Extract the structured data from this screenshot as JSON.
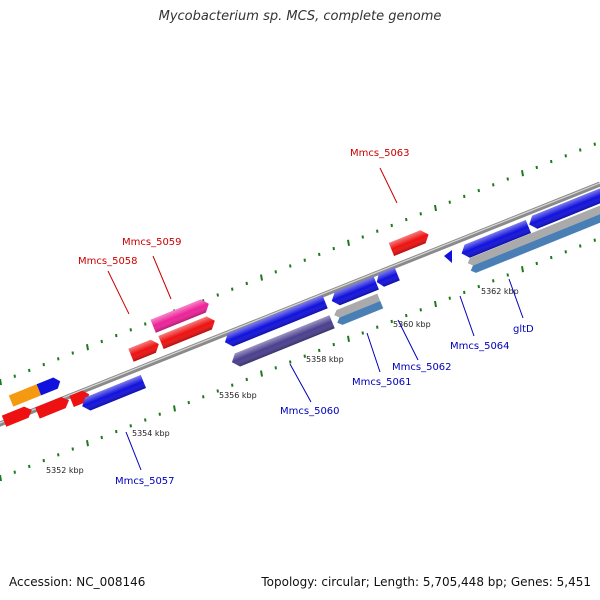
{
  "title": "Mycobacterium sp. MCS, complete genome",
  "accession": "Accession: NC_008146",
  "topology": "Topology: circular; Length: 5,705,448 bp; Genes: 5,451",
  "colors": {
    "backbone": "#8a8a8a",
    "tick": "#1f7a1f",
    "label_forward": "#cc0000",
    "label_reverse": "#0000bb"
  },
  "tick_labels": [
    "5352 kbp",
    "5354 kbp",
    "5356 kbp",
    "5358 kbp",
    "5360 kbp",
    "5362 kbp"
  ],
  "genes": [
    {
      "name": "Mmcs_5057",
      "strand": "reverse",
      "color": "#1111dd"
    },
    {
      "name": "Mmcs_5058",
      "strand": "forward",
      "color": "#ee1111"
    },
    {
      "name": "Mmcs_5059",
      "strand": "forward",
      "color": "#ee2299"
    },
    {
      "name": "Mmcs_5060",
      "strand": "reverse",
      "color": "#4a3f8f"
    },
    {
      "name": "Mmcs_5061",
      "strand": "reverse",
      "color": "#1111dd"
    },
    {
      "name": "Mmcs_5062",
      "strand": "reverse",
      "color": "#4a7fb5"
    },
    {
      "name": "Mmcs_5063",
      "strand": "forward",
      "color": "#ee1111"
    },
    {
      "name": "Mmcs_5064",
      "strand": "reverse",
      "color": "#1111dd"
    },
    {
      "name": "gltD",
      "strand": "reverse",
      "color": "#4a7fb5"
    }
  ]
}
